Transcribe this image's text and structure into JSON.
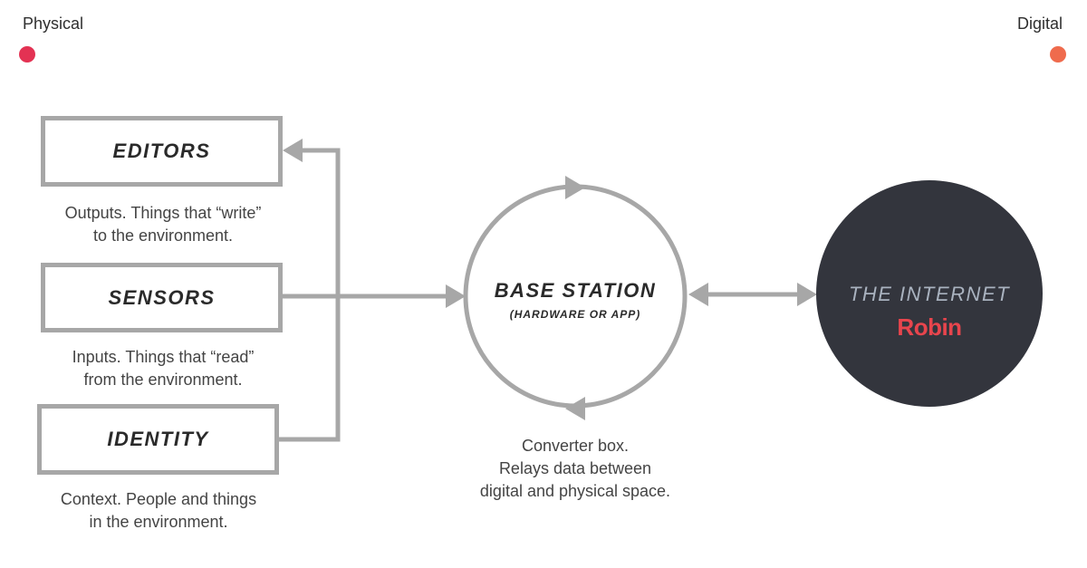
{
  "scale": {
    "left_label": "Physical",
    "right_label": "Digital"
  },
  "editors": {
    "label": "EDITORS",
    "caption": [
      "Outputs. Things that “write”",
      "to the environment."
    ]
  },
  "sensors": {
    "label": "SENSORS",
    "caption": [
      "Inputs. Things that “read”",
      "from the environment."
    ]
  },
  "identity": {
    "label": "IDENTITY",
    "caption": [
      "Context. People and things",
      "in the environment."
    ]
  },
  "base_station": {
    "title": "BASE STATION",
    "subtitle": "(HARDWARE OR APP)",
    "caption": [
      "Converter box.",
      "Relays data between",
      "digital and physical space."
    ]
  },
  "internet": {
    "title": "THE INTERNET",
    "logo_text": "Robin"
  },
  "colors": {
    "scale_start": "#e33253",
    "scale_end": "#ef6b4d",
    "connector": "#a7a7a7",
    "internet_fill": "#33353d",
    "logo": "#e8454d"
  }
}
